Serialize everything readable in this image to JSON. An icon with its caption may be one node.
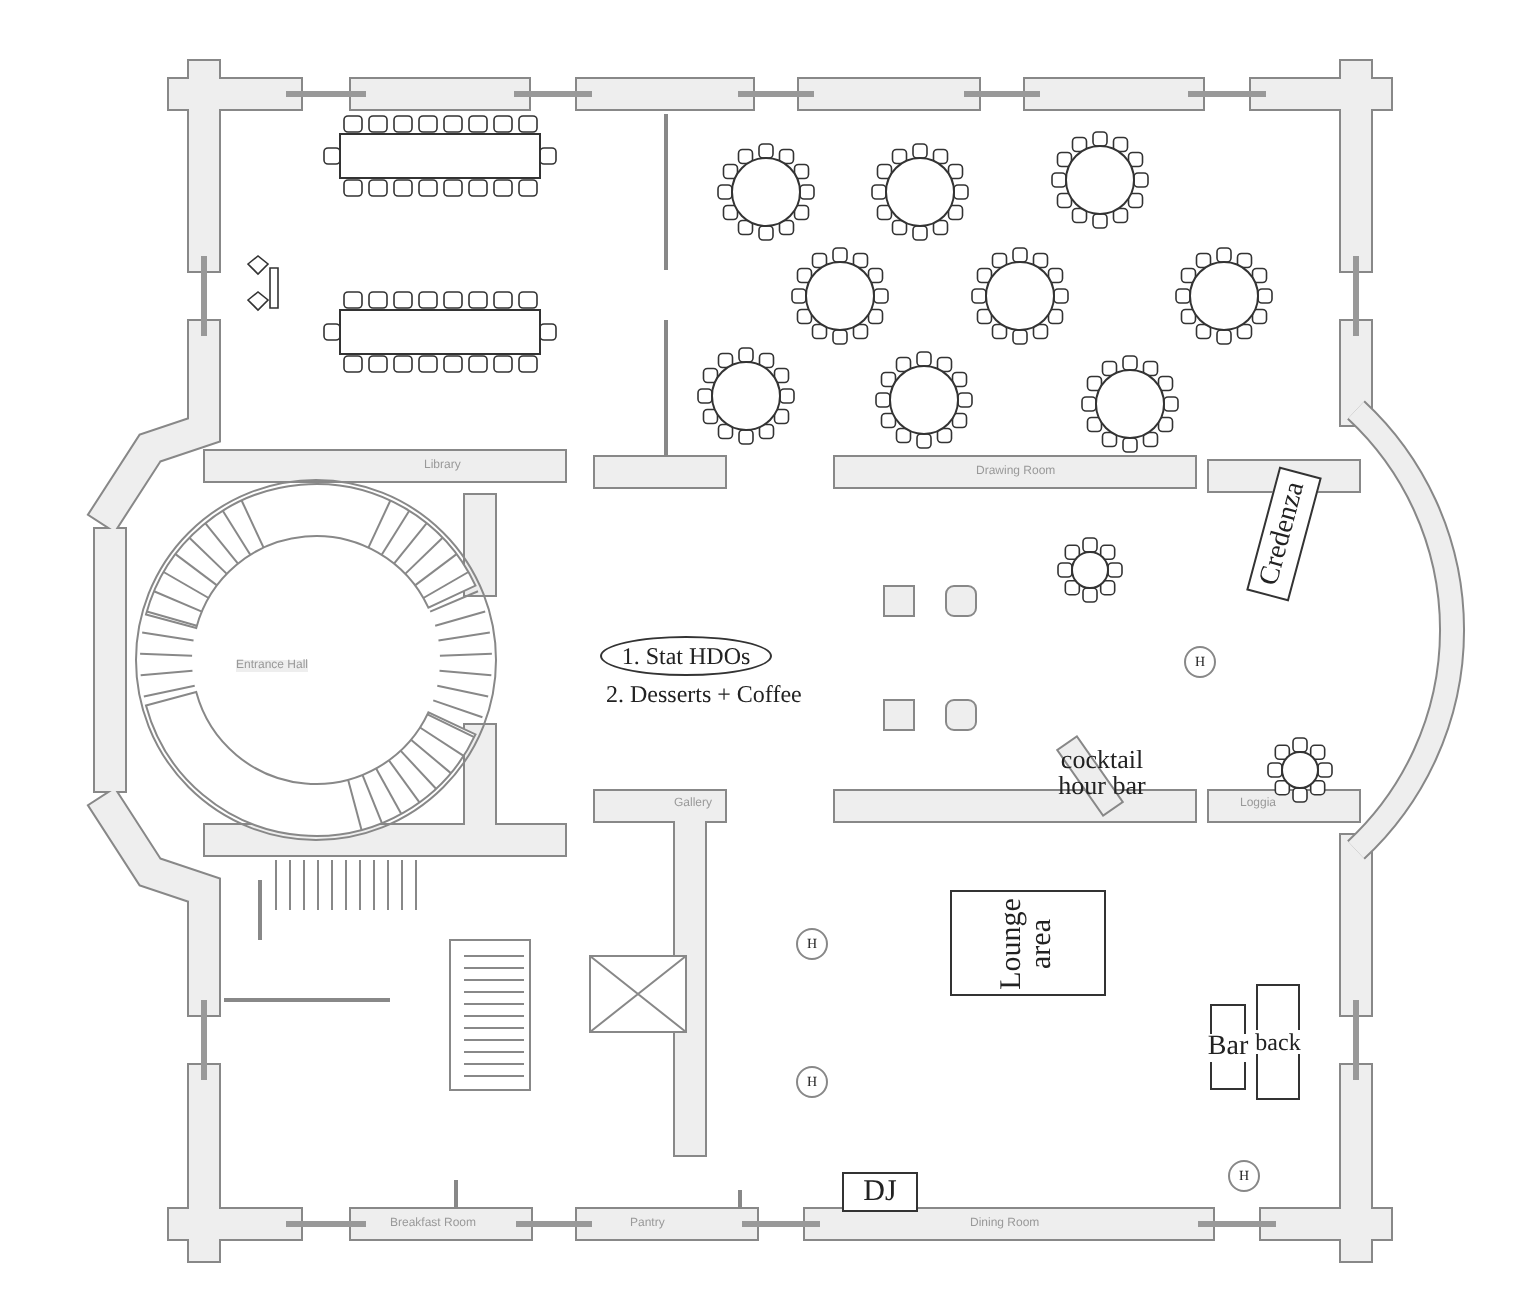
{
  "diagram": {
    "nodes": [
      {
        "text": [
          "Credenza"
        ]
      },
      {
        "text": [
          "1. Stat HDOs"
        ]
      },
      {
        "text": [
          "H"
        ]
      },
      {
        "text": [
          "cocktail hour bar"
        ]
      },
      {
        "text": [
          "Lounge area"
        ]
      },
      {
        "text": [
          "H"
        ]
      },
      {
        "text": [
          "H"
        ]
      },
      {
        "text": [
          "Bar"
        ]
      },
      {
        "text": [
          "back"
        ]
      },
      {
        "text": [
          "H"
        ]
      },
      {
        "text": [
          "DJ"
        ]
      }
    ],
    "labels": [
      "Library",
      "Drawing Room",
      "Entrance Hall",
      "2. Desserts + Coffee",
      "Gallery",
      "Loggia",
      "Breakfast Room",
      "Pantry",
      "Dining Room"
    ]
  }
}
